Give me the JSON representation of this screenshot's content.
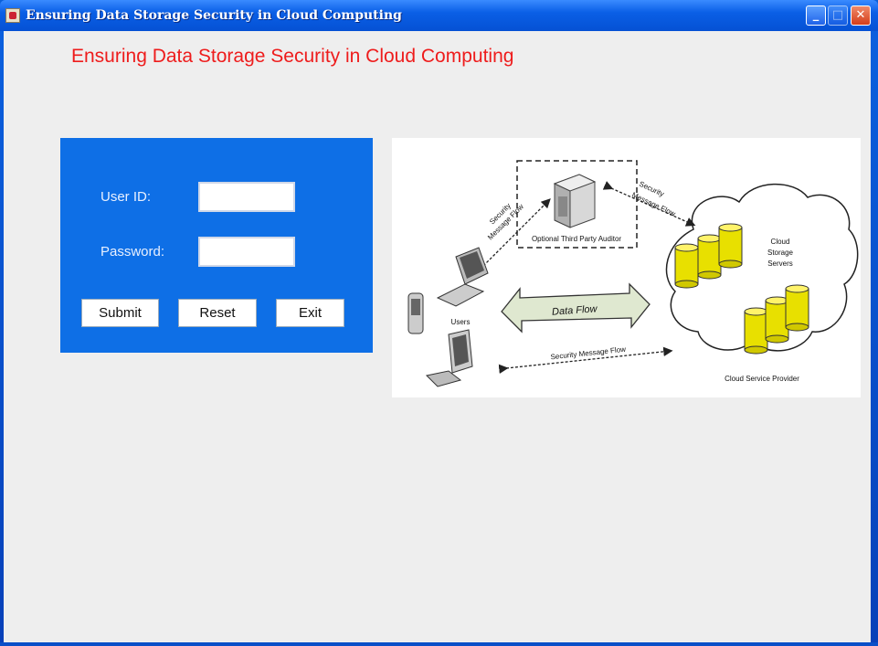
{
  "window": {
    "title": "Ensuring Data Storage Security in Cloud Computing",
    "controls": {
      "minimize": "_",
      "maximize": "□",
      "close": "✕"
    }
  },
  "page": {
    "heading": "Ensuring Data Storage Security in Cloud Computing"
  },
  "login": {
    "user_id_label": "User ID:",
    "user_id_value": "",
    "password_label": "Password:",
    "password_value": "",
    "submit_label": "Submit",
    "reset_label": "Reset",
    "exit_label": "Exit"
  },
  "diagram": {
    "auditor_label": "Optional Third Party Auditor",
    "security_flow_left_1": "Security",
    "security_flow_left_2": "Message Flow",
    "security_flow_right_1": "Security",
    "security_flow_right_2": "Message Flow",
    "data_flow_label": "Data Flow",
    "users_label": "Users",
    "bottom_flow_label": "Security Message Flow",
    "servers_label_1": "Cloud",
    "servers_label_2": "Storage",
    "servers_label_3": "Servers",
    "provider_label": "Cloud Service Provider"
  },
  "colors": {
    "heading": "#ee1c1c",
    "login_panel": "#0e6fe6",
    "titlebar": "#0a5fe6",
    "cylinder": "#e8e000"
  }
}
